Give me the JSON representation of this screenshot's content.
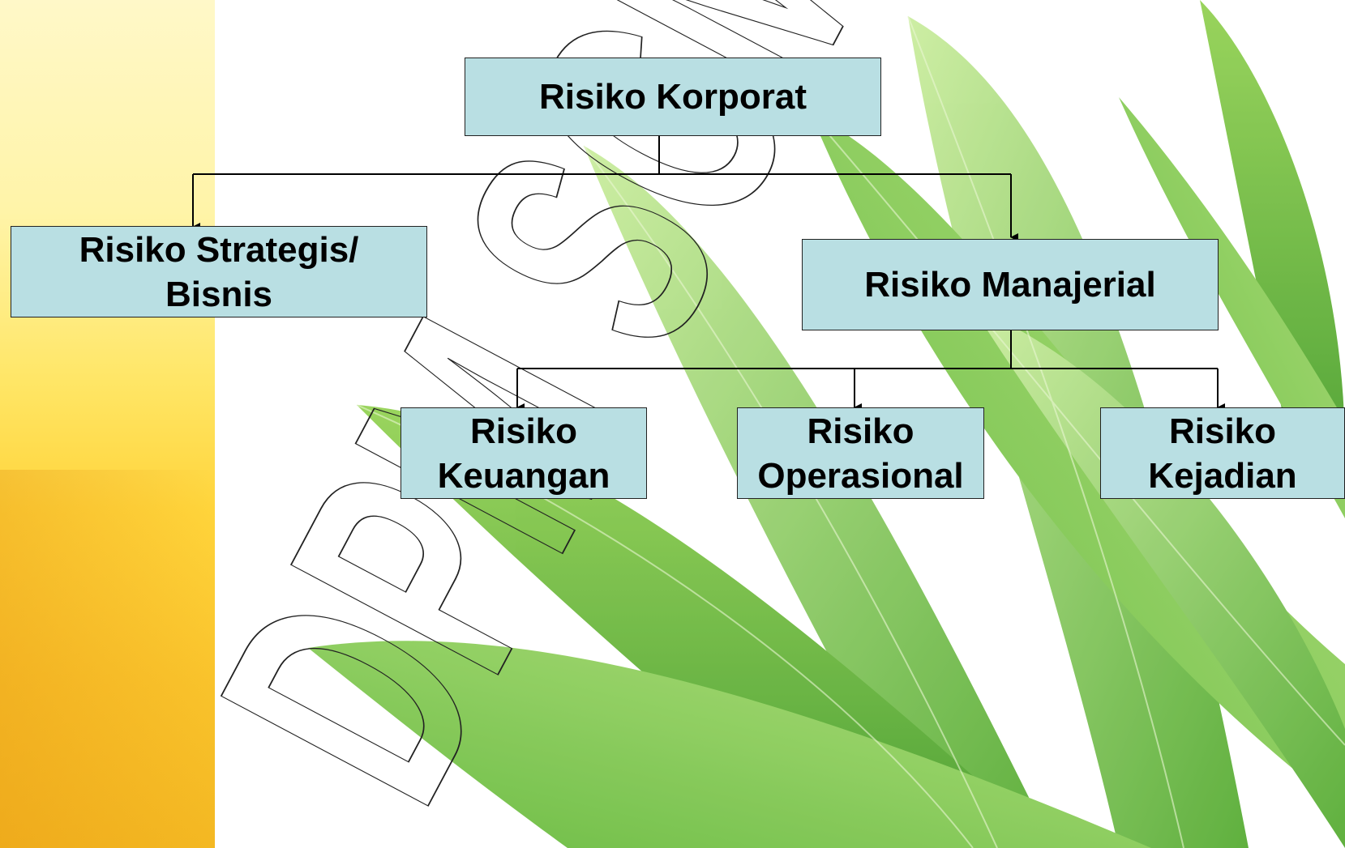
{
  "diagram": {
    "root": {
      "label": "Risiko Korporat"
    },
    "strategic": {
      "label": "Risiko Strategis/\nBisnis"
    },
    "managerial": {
      "label": "Risiko Manajerial"
    },
    "children": [
      {
        "label": "Risiko\nKeuangan"
      },
      {
        "label": "Risiko\nOperasional"
      },
      {
        "label": "Risiko\nKejadian"
      }
    ]
  },
  "watermark": {
    "text": "DPM SCM"
  },
  "colors": {
    "node_fill": "#b9dfe3",
    "node_border": "#222222",
    "sidebar": "#ffd43a",
    "leaf_green": "#6fbf3a"
  }
}
